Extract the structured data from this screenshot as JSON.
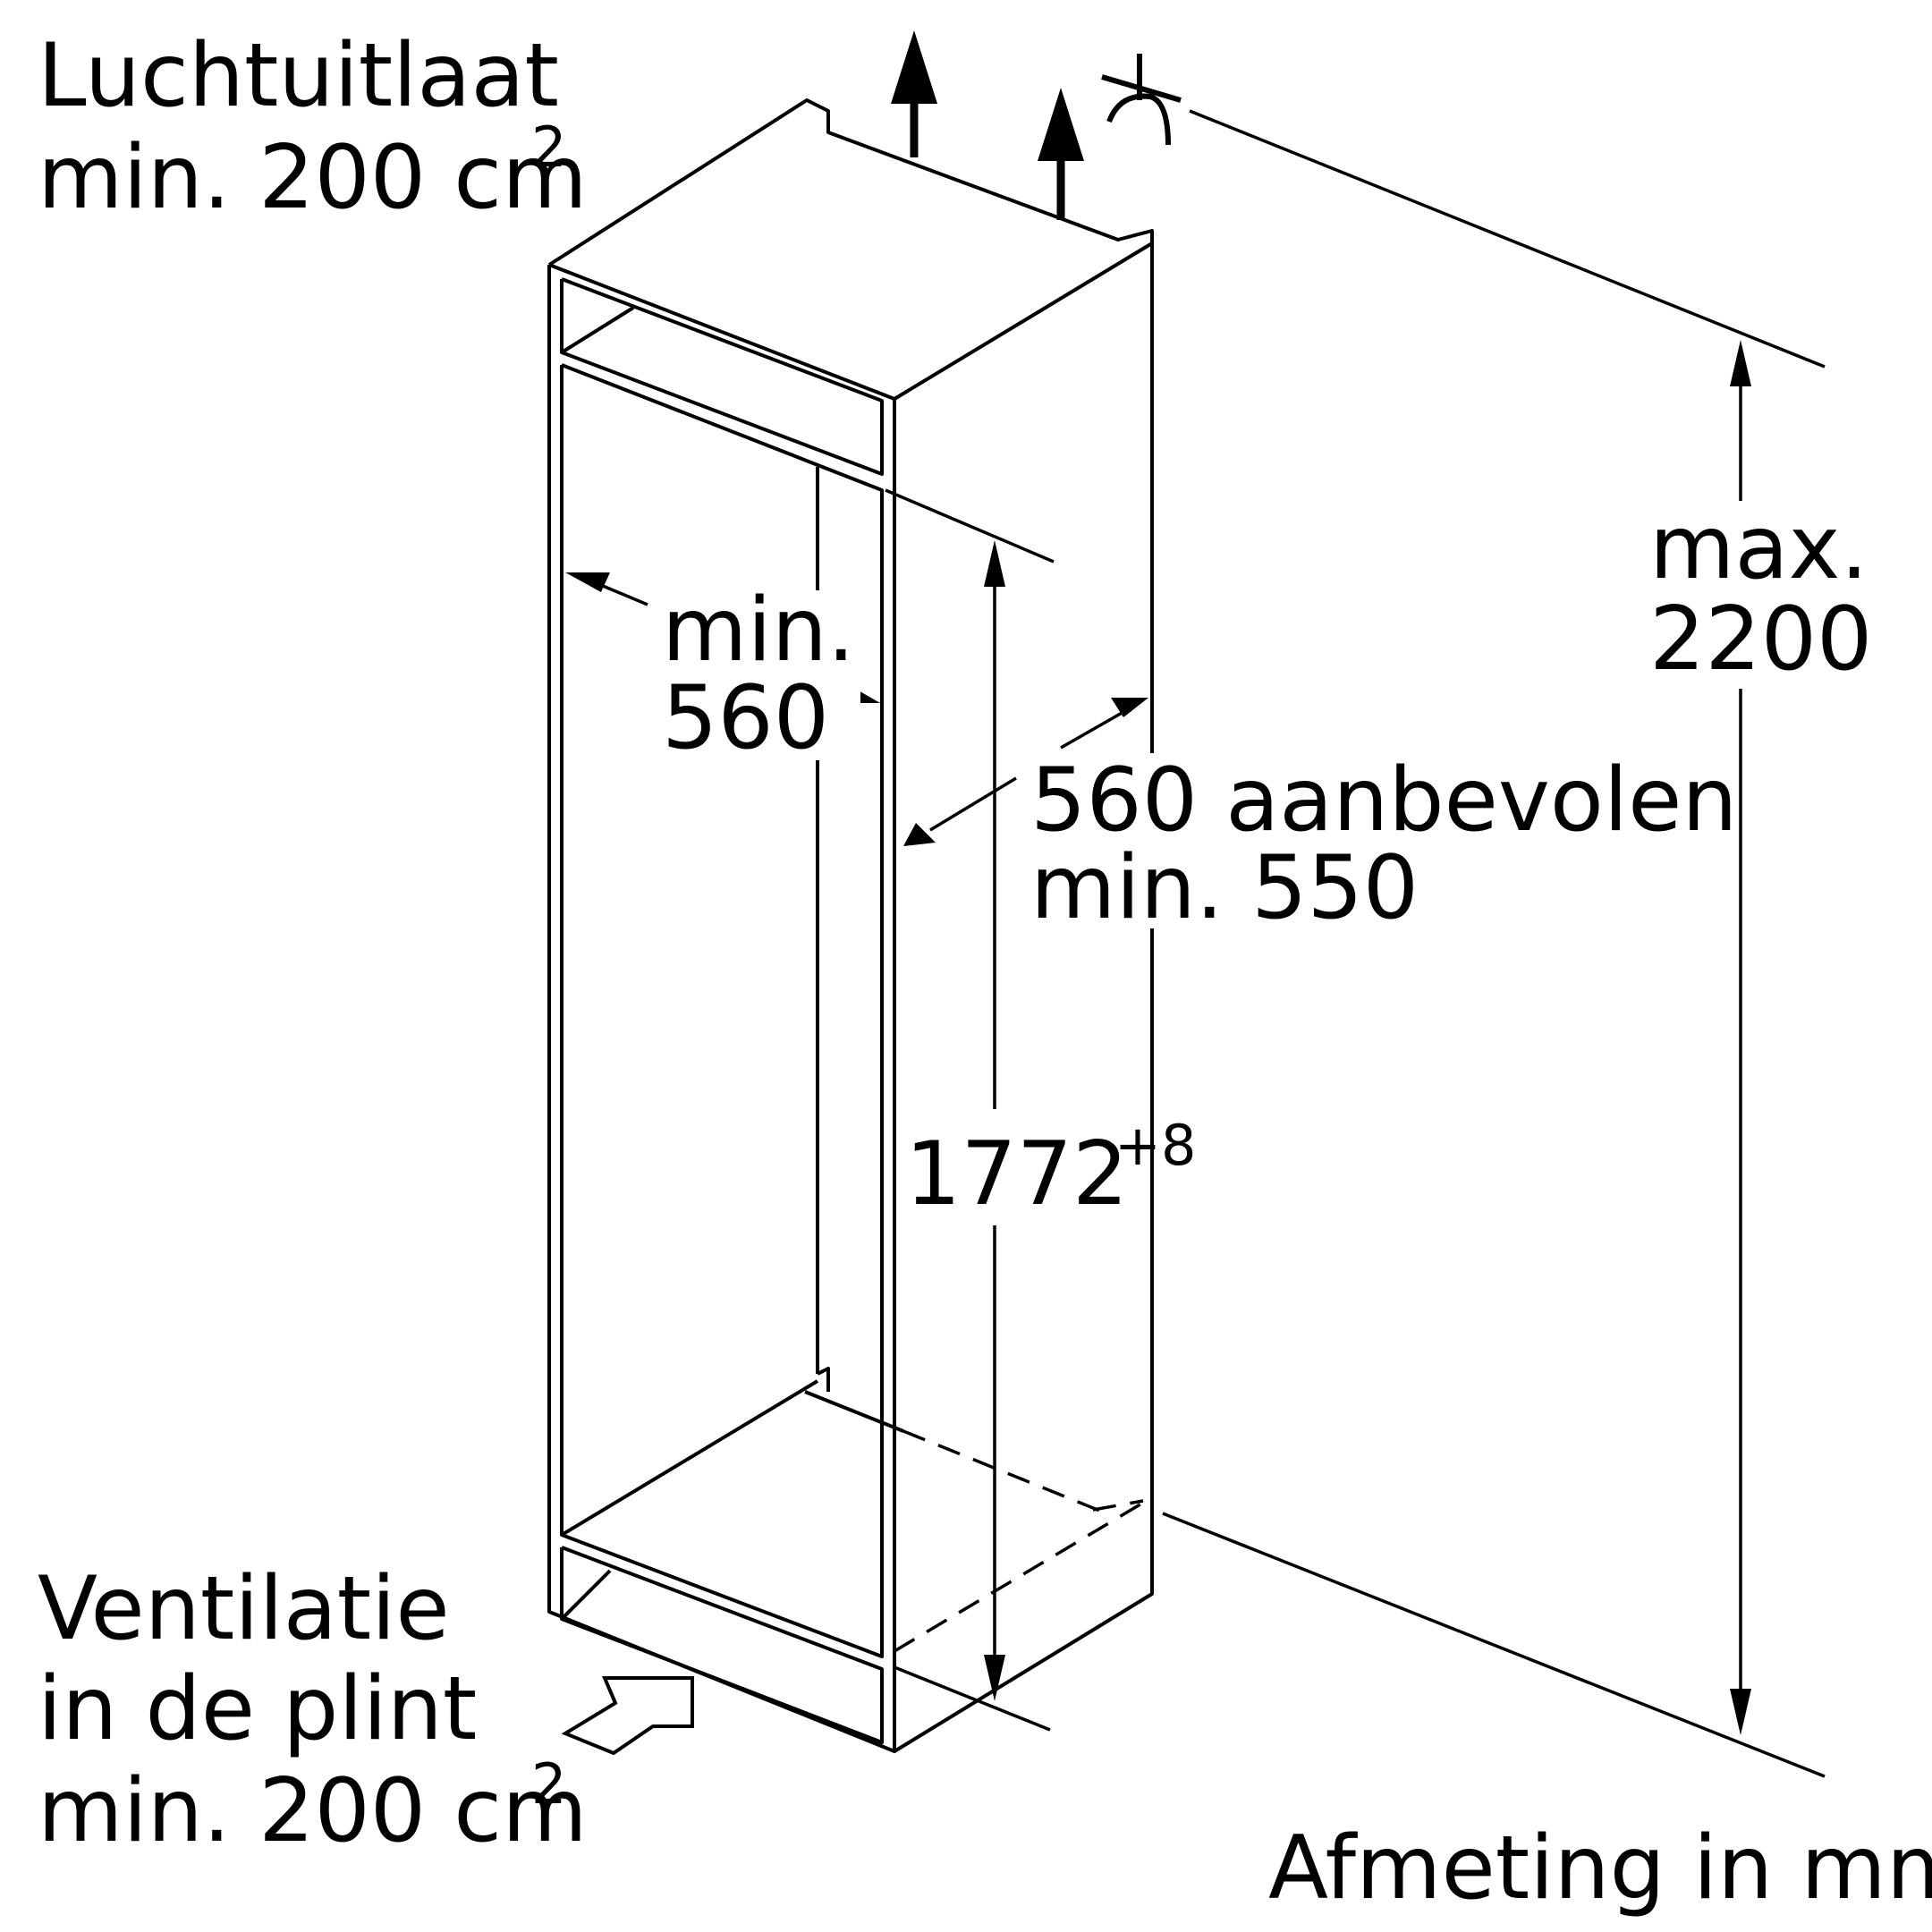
{
  "labels": {
    "air_outlet_title": "Luchtuitlaat",
    "air_outlet_value": "min. 200 cm",
    "air_outlet_unit_exp": "2",
    "plinth_line1": "Ventilatie",
    "plinth_line2": "in de plint",
    "plinth_value": "min. 200 cm",
    "plinth_unit_exp": "2",
    "width_min_line1": "min.",
    "width_min_line2": "560",
    "depth_line1": "560 aanbevolen",
    "depth_line2": "min. 550",
    "niche_height_value": "1772",
    "niche_height_tolerance": "+8",
    "max_height_line1": "max.",
    "max_height_line2": "2200",
    "units_note": "Afmeting in mm"
  },
  "colors": {
    "line": "#000000",
    "background": "#ffffff"
  },
  "icons": {
    "airflow_arrow": "upward-arrow-icon",
    "intake_arrow": "outlined-arrow-icon",
    "cut_symbol": "scissors-icon"
  }
}
